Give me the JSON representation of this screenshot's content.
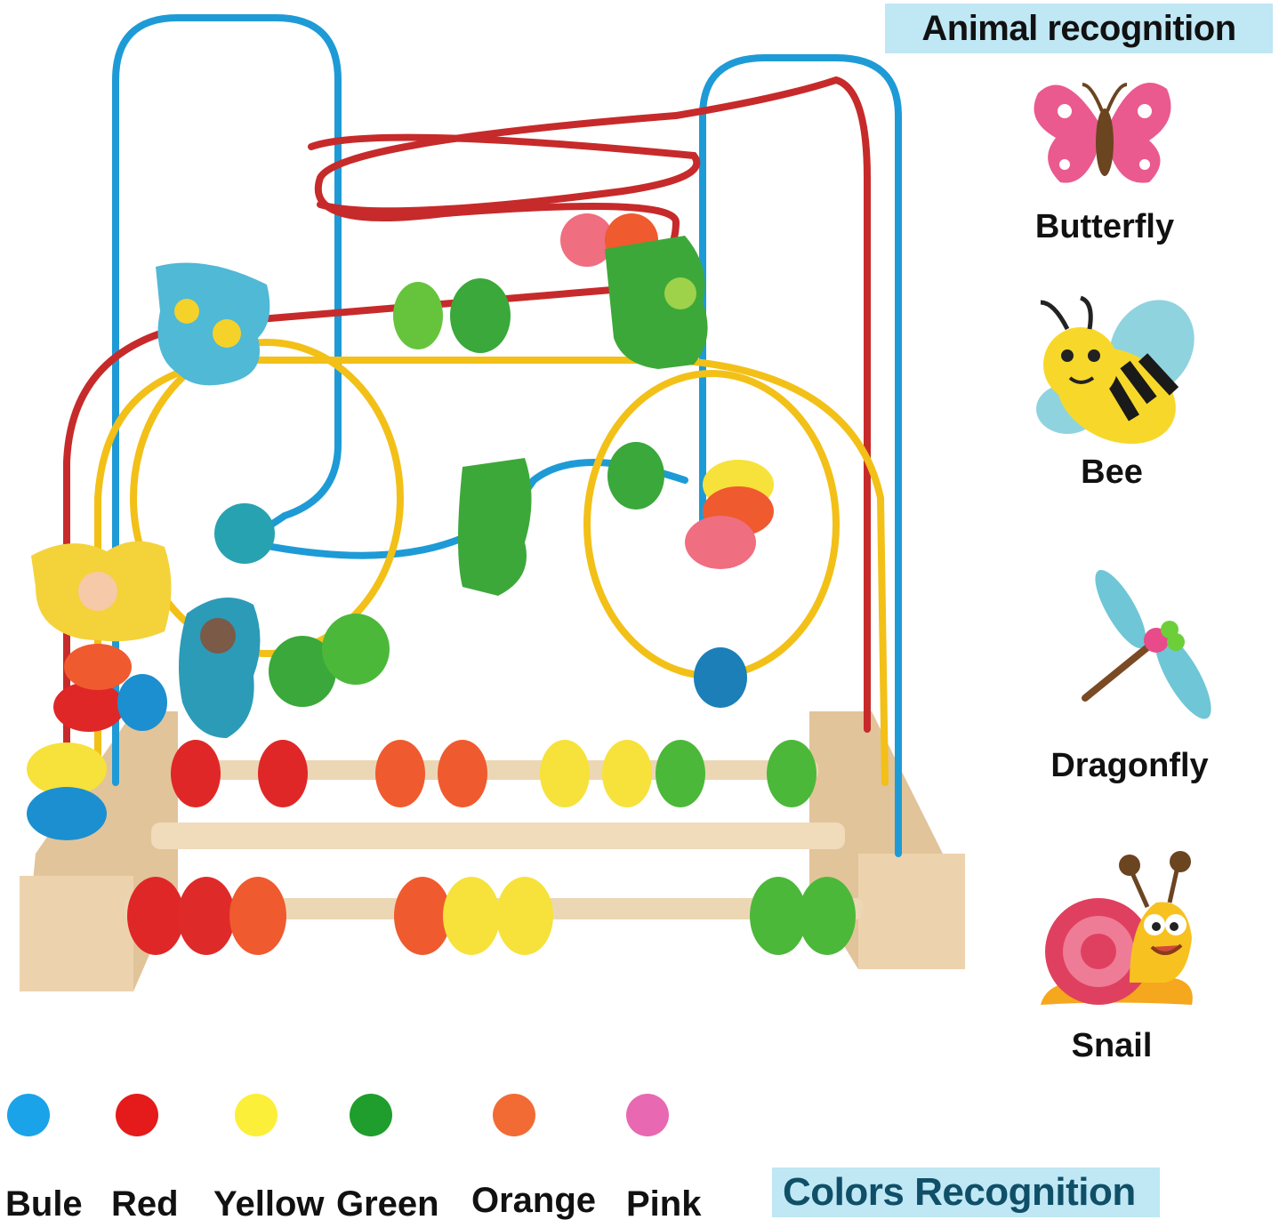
{
  "banners": {
    "animal_recognition": "Animal recognition",
    "colors_recognition": "Colors Recognition"
  },
  "animals": [
    {
      "name": "Butterfly",
      "icon": "butterfly-icon"
    },
    {
      "name": "Bee",
      "icon": "bee-icon"
    },
    {
      "name": "Dragonfly",
      "icon": "dragonfly-icon"
    },
    {
      "name": "Snail",
      "icon": "snail-icon"
    }
  ],
  "colors": [
    {
      "name": "Bule",
      "hex": "#1aa3e8"
    },
    {
      "name": "Red",
      "hex": "#e51a1a"
    },
    {
      "name": "Yellow",
      "hex": "#fbef3a"
    },
    {
      "name": "Green",
      "hex": "#1f9e2d"
    },
    {
      "name": "Orange",
      "hex": "#f26b35"
    },
    {
      "name": "Pink",
      "hex": "#e968b2"
    }
  ]
}
